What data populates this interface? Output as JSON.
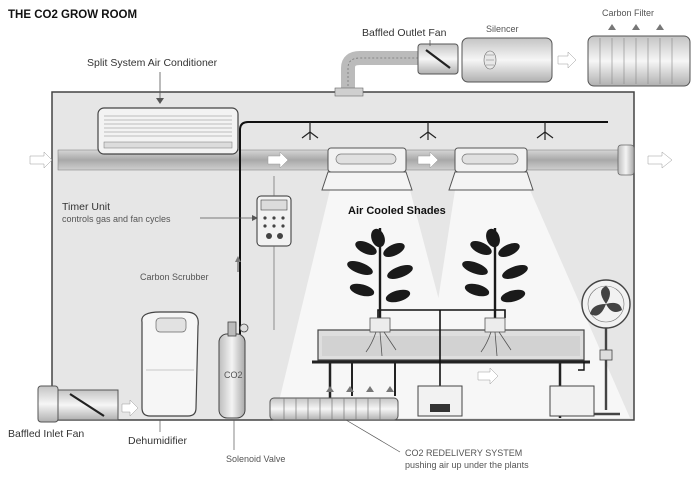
{
  "title": "THE CO2 GROW ROOM",
  "labels": {
    "air_conditioner": "Split System Air Conditioner",
    "outlet_fan": "Baffled Outlet Fan",
    "silencer": "Silencer",
    "carbon_filter": "Carbon Filter",
    "timer_unit": "Timer Unit",
    "timer_desc": "controls gas and fan cycles",
    "air_cooled_shades": "Air Cooled Shades",
    "carbon_scrubber": "Carbon Scrubber",
    "co2_tank": "CO2",
    "inlet_fan": "Baffled Inlet Fan",
    "dehumidifier": "Dehumidifier",
    "solenoid_valve": "Solenoid Valve",
    "co2_system": "CO2 REDELIVERY SYSTEM",
    "co2_system_desc": "pushing air up under the plants"
  },
  "colors": {
    "room_fill": "#e8e8e8",
    "outline": "#444444",
    "duct": "#b8b8b8",
    "light_beam": "#f6f6f6",
    "plant": "#1a1a1a"
  }
}
